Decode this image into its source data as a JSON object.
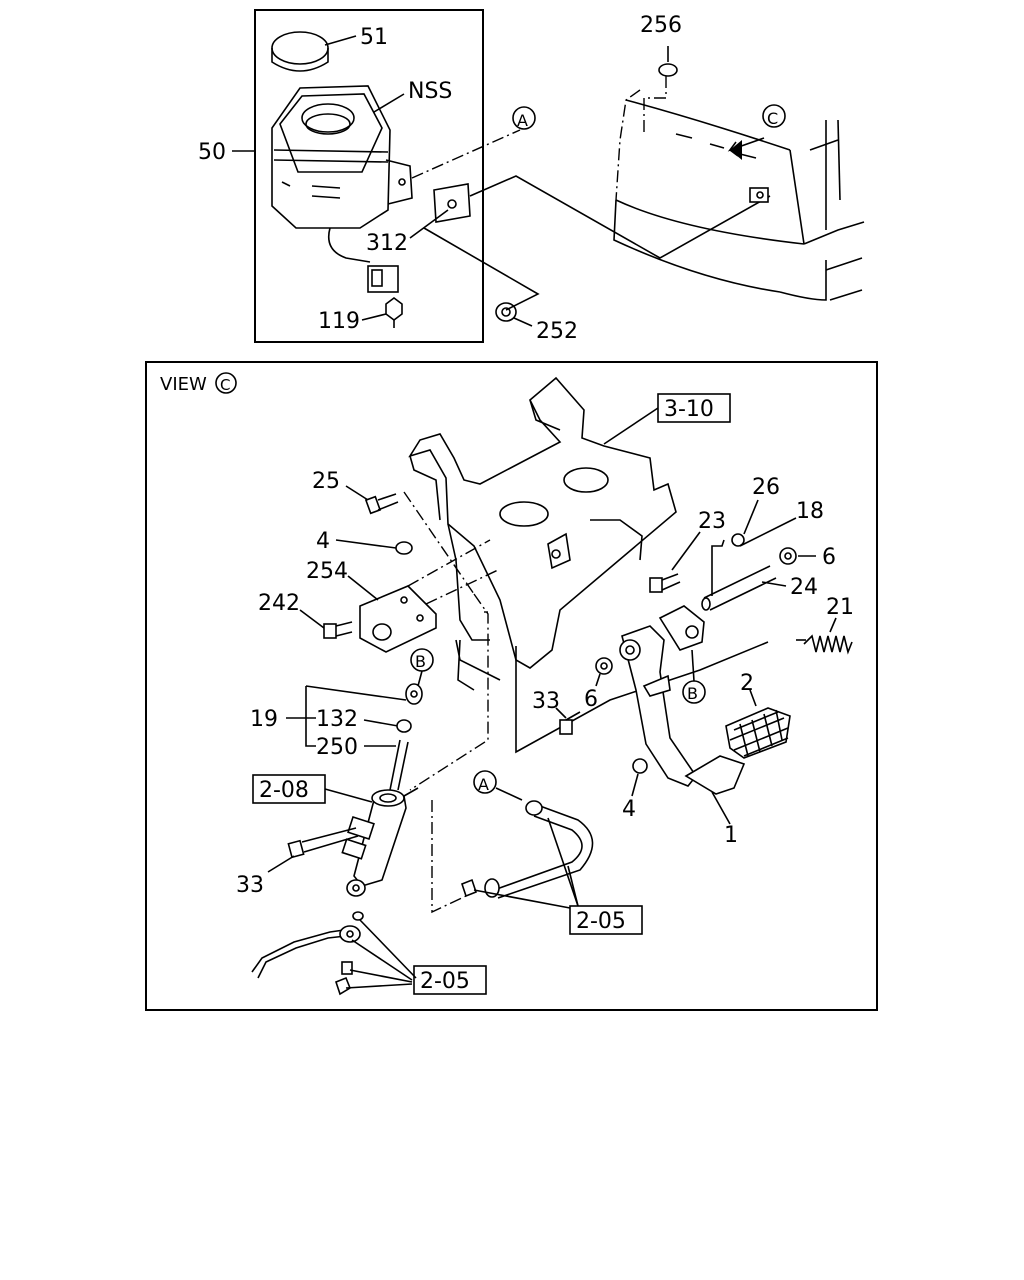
{
  "view_label": "VIEW",
  "view_circle": "C",
  "callouts": {
    "c51": "51",
    "nss": "NSS",
    "c50": "50",
    "c312": "312",
    "c119": "119",
    "c252": "252",
    "c256": "256",
    "c25": "25",
    "c4a": "4",
    "c254": "254",
    "c242": "242",
    "c23": "23",
    "c26": "26",
    "c18": "18",
    "c6a": "6",
    "c24": "24",
    "c21": "21",
    "c2": "2",
    "c6b": "6",
    "c33a": "33",
    "c19": "19",
    "c132": "132",
    "c250": "250",
    "c33b": "33",
    "c4b": "4",
    "c1": "1"
  },
  "circle_markers": {
    "a_top": "A",
    "c_top": "C",
    "b_left": "B",
    "b_right": "B",
    "a_hose": "A"
  },
  "ref_boxes": {
    "r310": "3-10",
    "r208": "2-08",
    "r205a": "2-05",
    "r205b": "2-05"
  }
}
